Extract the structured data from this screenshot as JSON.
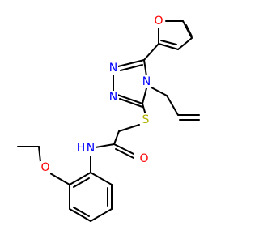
{
  "colors": {
    "bond": "#000000",
    "carbon": "#000000",
    "nitrogen": "#0000ff",
    "oxygen": "#ff0000",
    "sulfur": "#b2b200",
    "background": "#ffffff"
  },
  "atoms": [
    {
      "key": "furan_o",
      "label": "O",
      "element": "oxygen"
    },
    {
      "key": "triazole_n1",
      "label": "N",
      "element": "nitrogen"
    },
    {
      "key": "triazole_n2",
      "label": "N",
      "element": "nitrogen"
    },
    {
      "key": "triazole_n4",
      "label": "N",
      "element": "nitrogen"
    },
    {
      "key": "thioether_s",
      "label": "S",
      "element": "sulfur"
    },
    {
      "key": "amide_o",
      "label": "O",
      "element": "oxygen"
    },
    {
      "key": "amide_n",
      "label": "N",
      "element": "nitrogen"
    },
    {
      "key": "amide_h",
      "label": "H",
      "element": "nitrogen"
    },
    {
      "key": "ether_o",
      "label": "O",
      "element": "oxygen"
    }
  ]
}
